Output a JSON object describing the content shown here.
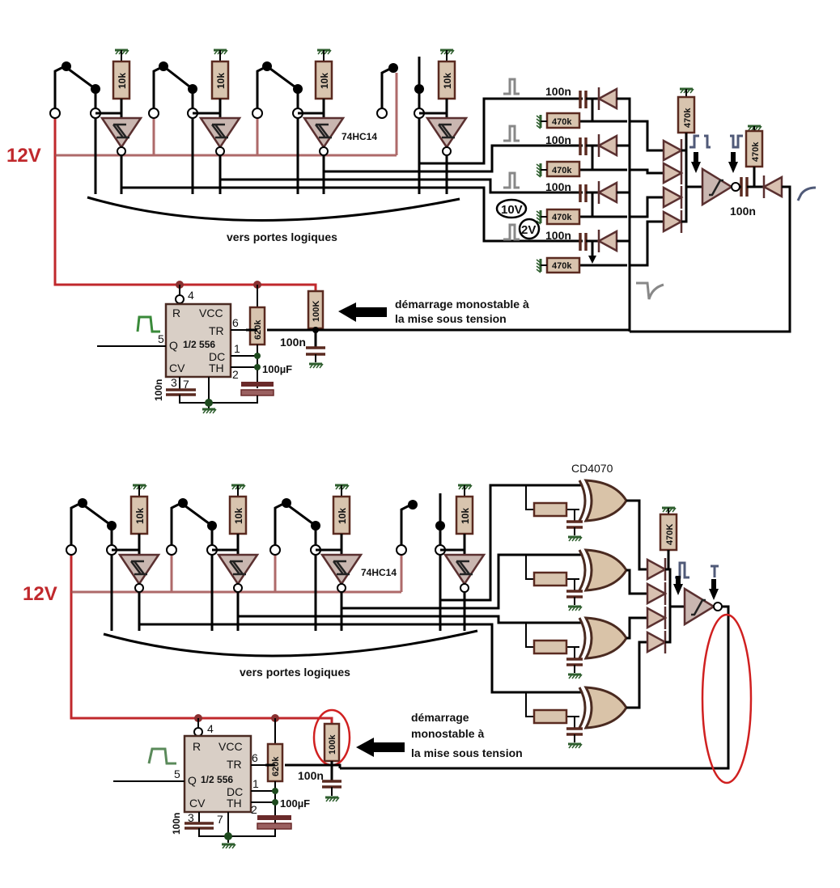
{
  "diagram_title": "Détection de changement d'état de 4 interrupteurs avec monostable 556",
  "supply_label": "12V",
  "top": {
    "pullup_resistors": [
      "10k",
      "10k",
      "10k",
      "10k"
    ],
    "inverter_part": "74HC14",
    "bus_label": "vers portes logiques",
    "differentiator_caps": [
      "100n",
      "100n",
      "100n",
      "100n"
    ],
    "differentiator_resistors": [
      "470k",
      "470k",
      "470k",
      "470k"
    ],
    "voltage_annotations": [
      "10V",
      "2V"
    ],
    "or_pullup": "470k",
    "output_cap": "100n",
    "output_pullup": "470k",
    "timer": {
      "part": "1/2 556",
      "pins": {
        "R": "R",
        "VCC": "VCC",
        "TR": "TR",
        "Q": "Q",
        "DC": "DC",
        "TH": "TH",
        "CV": "CV"
      },
      "pin_numbers": {
        "reset": "4",
        "trigger": "6",
        "output": "5",
        "discharge": "1",
        "threshold": "2",
        "cv": "3",
        "gnd": "7"
      },
      "timing_resistor": "620k",
      "timing_cap": "100µF",
      "cv_cap": "100n",
      "startup_resistor": "100K",
      "startup_cap": "100n"
    },
    "startup_note": [
      "démarrage monostable à",
      "la mise sous tension"
    ]
  },
  "bottom": {
    "pullup_resistors": [
      "10k",
      "10k",
      "10k",
      "10k"
    ],
    "inverter_part": "74HC14",
    "bus_label": "vers portes logiques",
    "xor_part": "CD4070",
    "or_pullup": "470K",
    "timer": {
      "part": "1/2 556",
      "pins": {
        "R": "R",
        "VCC": "VCC",
        "TR": "TR",
        "Q": "Q",
        "DC": "DC",
        "TH": "TH",
        "CV": "CV"
      },
      "pin_numbers": {
        "reset": "4",
        "trigger": "6",
        "output": "5",
        "discharge": "1",
        "threshold": "2",
        "cv": "3",
        "gnd": "7"
      },
      "timing_resistor": "620k",
      "timing_cap": "100µF",
      "cv_cap": "100n",
      "startup_resistor": "100k",
      "startup_cap": "100n"
    },
    "startup_note": [
      "démarrage",
      "monostable à",
      "la mise sous tension"
    ]
  },
  "colors": {
    "supply": "#c0282c",
    "wire": "#000000",
    "resistor": "#d8c4ae",
    "highlight": "#d02020"
  }
}
